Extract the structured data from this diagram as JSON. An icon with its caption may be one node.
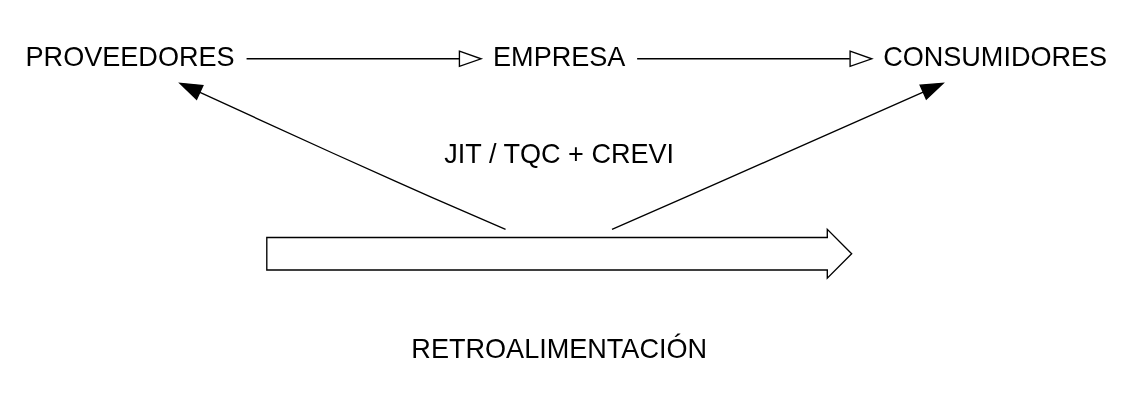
{
  "diagram": {
    "nodes": [
      {
        "text": [
          "PROVEEDORES"
        ]
      },
      {
        "text": [
          "EMPRESA"
        ]
      },
      {
        "text": [
          "CONSUMIDORES"
        ]
      },
      {
        "text": [],
        "shape": "arrow"
      }
    ],
    "edges": [
      {
        "from": 0,
        "to": 1,
        "arrow": "to"
      },
      {
        "from": 1,
        "to": 2,
        "arrow": "to"
      },
      {
        "from": 3,
        "to": 0,
        "arrow": "to"
      },
      {
        "from": 3,
        "to": 2,
        "arrow": "to"
      }
    ],
    "labels": [
      "JIT / TQC + CREVI",
      "RETROALIMENTACIÓN"
    ]
  }
}
